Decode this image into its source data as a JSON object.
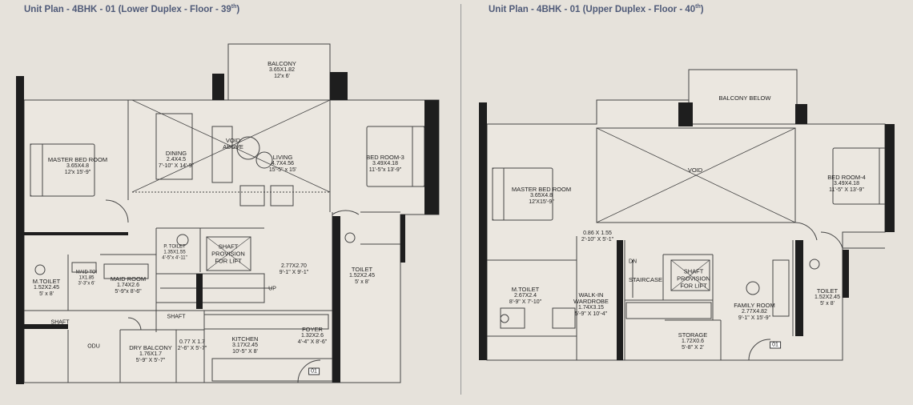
{
  "plans": [
    {
      "title": "Unit Plan - 4BHK - 01 (Lower Duplex - Floor - 39",
      "title_sup": "th",
      "title_end": ")",
      "rooms": [
        {
          "key": "balcony",
          "name": "BALCONY",
          "size": "3.65X1.82",
          "feet": "12'x 6'"
        },
        {
          "key": "master_bed",
          "name": "MASTER BED ROOM",
          "size": "3.65X4.8",
          "feet": "12'x 15'-9\""
        },
        {
          "key": "dining",
          "name": "DINING",
          "size": "2.4X4.5",
          "feet": "7'-10\" X 14'-9\""
        },
        {
          "key": "void_above",
          "name": "VOID ABOVE",
          "size": "",
          "feet": ""
        },
        {
          "key": "living",
          "name": "LIVING",
          "size": "4.7X4.56",
          "feet": "15'-5\" x 15'"
        },
        {
          "key": "bed3",
          "name": "BED ROOM-3",
          "size": "3.49X4.18",
          "feet": "11'-5\"x 13'-9\""
        },
        {
          "key": "mtoilet",
          "name": "M.TOILET",
          "size": "1.52X2.45",
          "feet": "5' x 8'"
        },
        {
          "key": "maid_toi",
          "name": "MAID TOI",
          "size": "1X1.85",
          "feet": "3'-3\"x 6'"
        },
        {
          "key": "maid_room",
          "name": "MAID ROOM",
          "size": "1.74X2.6",
          "feet": "5'-9\"x 8'-6\""
        },
        {
          "key": "ptoilet",
          "name": "P. TOILET",
          "size": "1.35X1.55",
          "feet": "4'-5\"x 4'-11\""
        },
        {
          "key": "shaft_lift",
          "name": "SHAFT PROVISION FOR LIFT",
          "size": "",
          "feet": ""
        },
        {
          "key": "stair",
          "name": "",
          "size": "2.77X2.70",
          "feet": "9'-1\" X 9'-1\""
        },
        {
          "key": "toilet",
          "name": "TOILET",
          "size": "1.52X2.45",
          "feet": "5' x 8'"
        },
        {
          "key": "kitchen",
          "name": "KITCHEN",
          "size": "3.17X2.45",
          "feet": "10'-5\" X 8'"
        },
        {
          "key": "foyer",
          "name": "FOYER",
          "size": "1.32X2.6",
          "feet": "4'-4\" X 8'-6\""
        },
        {
          "key": "dry_balcony",
          "name": "DRY BALCONY",
          "size": "1.76X1.7",
          "feet": "5'-9\" X 5'-7\""
        },
        {
          "key": "utility",
          "name": "",
          "size": "0.77 X 1.7",
          "feet": "2'-6\" X 5'-7\""
        }
      ],
      "tags": {
        "shaft1": "SHAFT",
        "shaft2": "SHAFT",
        "odu": "ODU",
        "up": "UP",
        "unit_no": "01"
      }
    },
    {
      "title": "Unit Plan - 4BHK - 01 (Upper Duplex - Floor - 40",
      "title_sup": "th",
      "title_end": ")",
      "rooms": [
        {
          "key": "balcony_below",
          "name": "BALCONY BELOW",
          "size": "",
          "feet": ""
        },
        {
          "key": "void",
          "name": "VOID",
          "size": "",
          "feet": ""
        },
        {
          "key": "master_bed",
          "name": "MASTER BED ROOM",
          "size": "3.65X4.8",
          "feet": "12'X15'-9\""
        },
        {
          "key": "bed4",
          "name": "BED ROOM-4",
          "size": "3.49X4.18",
          "feet": "11'-5\" X 13'-9\""
        },
        {
          "key": "passage",
          "name": "",
          "size": "0.86 X 1.55",
          "feet": "2'-10\" X 5'-1\""
        },
        {
          "key": "mtoilet",
          "name": "M.TOILET",
          "size": "2.67X2.4",
          "feet": "8'-9\" X 7'-10\""
        },
        {
          "key": "wardrobe",
          "name": "WALK-IN WARDROBE",
          "size": "1.74X3.15",
          "feet": "5'-9\" X 10'-4\""
        },
        {
          "key": "staircase",
          "name": "STAIRCASE",
          "size": "",
          "feet": ""
        },
        {
          "key": "shaft_lift",
          "name": "SHAFT PROVISION FOR LIFT",
          "size": "",
          "feet": ""
        },
        {
          "key": "family",
          "name": "FAMILY ROOM",
          "size": "2.77X4.82",
          "feet": "9'-1\" X 15'-9\""
        },
        {
          "key": "toilet",
          "name": "TOILET",
          "size": "1.52X2.45",
          "feet": "5' x 8'"
        },
        {
          "key": "storage",
          "name": "STORAGE",
          "size": "1.72X0.6",
          "feet": "5'-8\" X 2'"
        }
      ],
      "tags": {
        "dn": "DN",
        "unit_no": "01"
      }
    }
  ],
  "colors": {
    "background": "#e6e2db",
    "wall": "#1e1e1e",
    "line": "#444444",
    "heading": "#4f5a78"
  }
}
